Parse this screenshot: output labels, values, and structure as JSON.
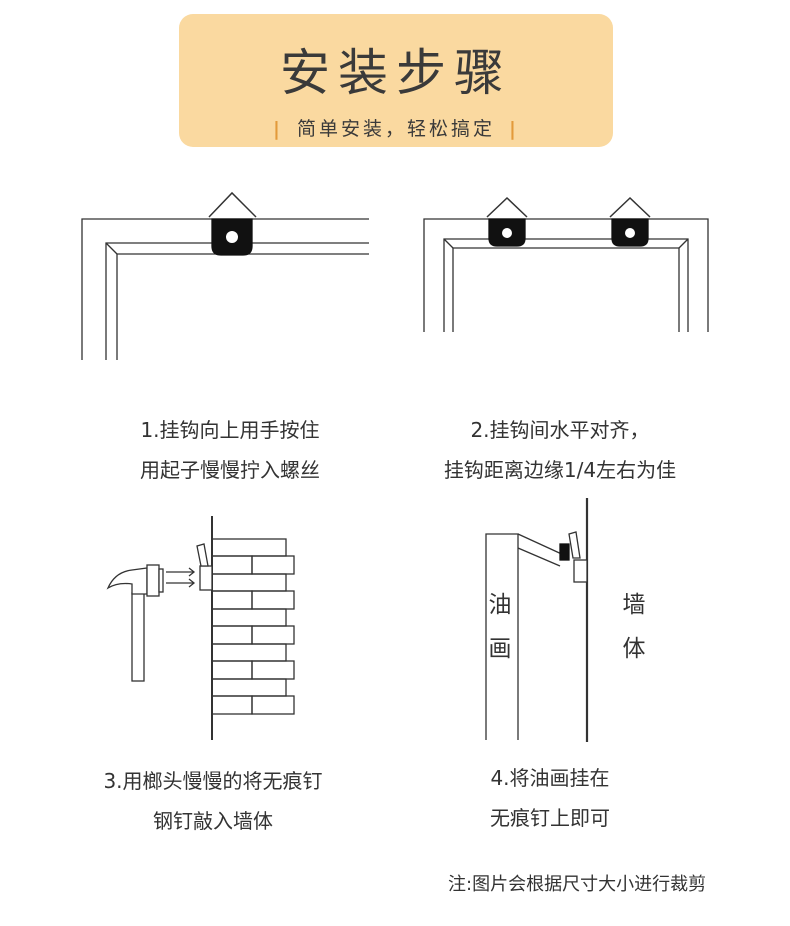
{
  "banner": {
    "title": "安装步骤",
    "subtitle": "简单安装，轻松搞定",
    "bar_color": "#e39a3a",
    "background": "#fad9a0"
  },
  "steps": [
    {
      "line1": "1.挂钩向上用手按住",
      "line2": "用起子慢慢拧入螺丝"
    },
    {
      "line1": "2.挂钩间水平对齐，",
      "line2": "挂钩距离边缘1/4左右为佳"
    },
    {
      "line1": "3.用榔头慢慢的将无痕钉",
      "line2": "钢钉敲入墙体"
    },
    {
      "line1": "4.将油画挂在",
      "line2": "无痕钉上即可"
    }
  ],
  "labels": {
    "painting_1": "油",
    "painting_2": "画",
    "wall_1": "墙",
    "wall_2": "体"
  },
  "note": "注:图片会根据尺寸大小进行裁剪",
  "icons": [
    "hook-icon",
    "hammer-icon",
    "nail-icon",
    "brick-wall-icon"
  ]
}
